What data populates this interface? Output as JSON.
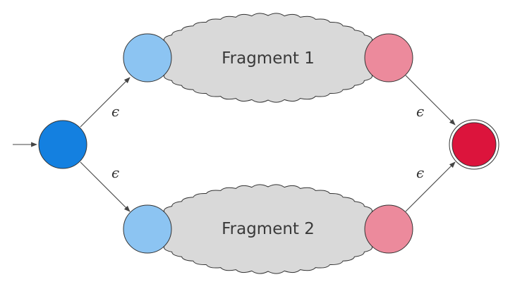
{
  "diagram": {
    "fragments": [
      {
        "label": "Fragment 1"
      },
      {
        "label": "Fragment 2"
      }
    ],
    "epsilon": "ϵ",
    "colors": {
      "start_state": "#1480e0",
      "fragment_start": "#8cc4f2",
      "fragment_end": "#ec8a9c",
      "accept_state": "#dc143c",
      "fragment_fill": "#d9d9d9",
      "outline": "#333333"
    }
  }
}
